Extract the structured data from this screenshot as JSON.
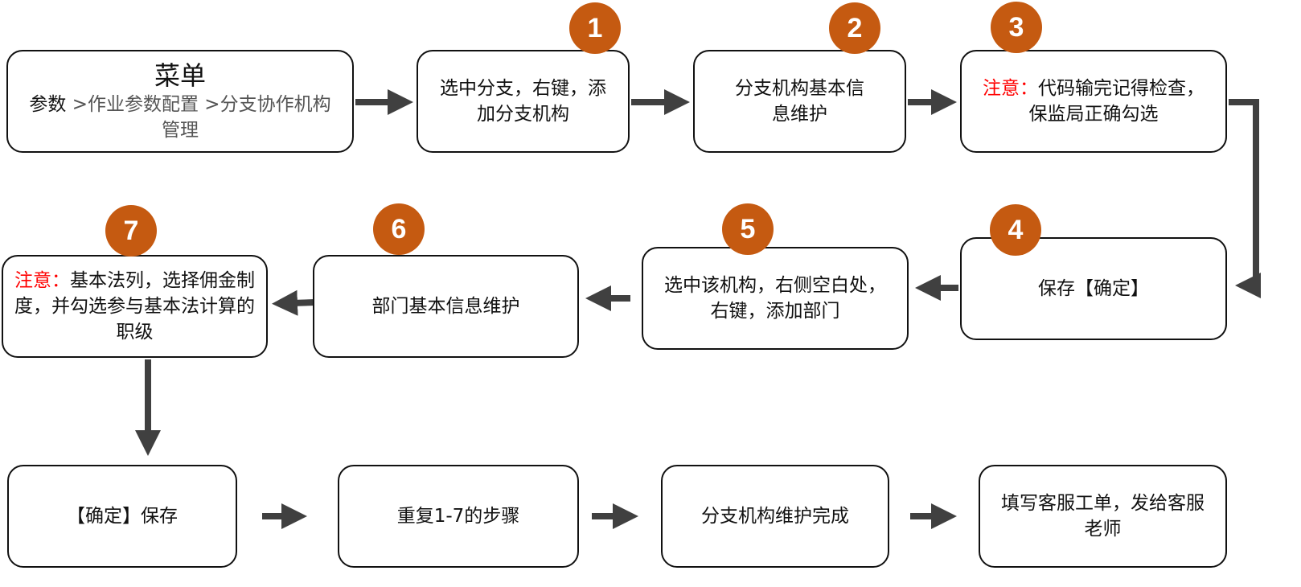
{
  "steps": {
    "menu": {
      "title": "菜单",
      "path_lead": "参数",
      "path_rest": " >作业参数配置 >分支协作机构管理"
    },
    "s1": {
      "badge": "1",
      "text": "选中分支，右键，添加分支机构"
    },
    "s2": {
      "badge": "2",
      "text": "分支机构基本信息维护"
    },
    "s3": {
      "badge": "3",
      "note": "注意：",
      "text": "代码输完记得检查，保监局正确勾选"
    },
    "s4": {
      "badge": "4",
      "text": "保存【确定】"
    },
    "s5": {
      "badge": "5",
      "text": "选中该机构，右侧空白处，右键，添加部门"
    },
    "s6": {
      "badge": "6",
      "text": "部门基本信息维护"
    },
    "s7": {
      "badge": "7",
      "note": "注意：",
      "text": "基本法列，选择佣金制度，并勾选参与基本法计算的职级"
    },
    "s8": {
      "text": "【确定】保存"
    },
    "s9": {
      "text": "重复1-7的步骤"
    },
    "s10": {
      "text": "分支机构维护完成"
    },
    "s11": {
      "text": "填写客服工单，发给客服老师"
    }
  },
  "colors": {
    "badge": "#c55a11",
    "arrow": "#404040",
    "note": "#ff0000"
  }
}
